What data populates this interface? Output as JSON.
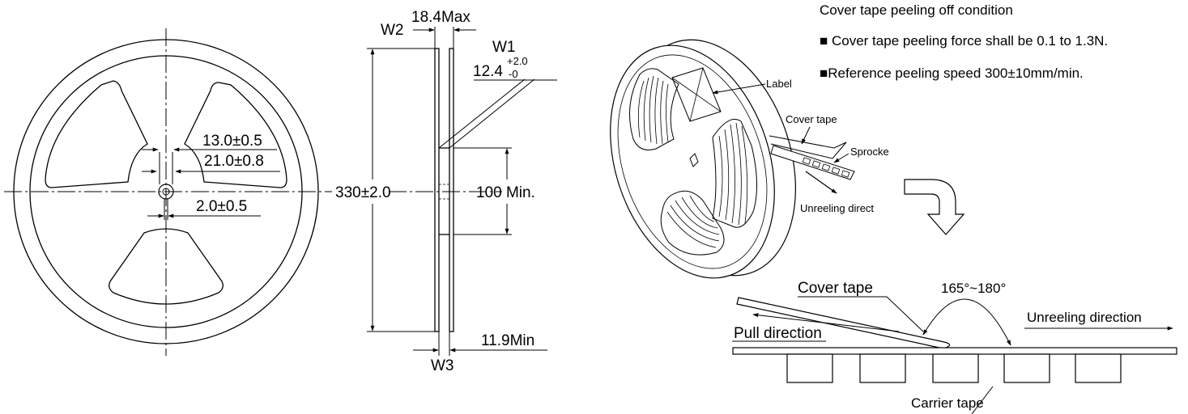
{
  "front_view": {
    "hub_width": "13.0±0.5",
    "arbor_diameter": "21.0±0.8",
    "key_width": "2.0±0.5"
  },
  "side_view": {
    "w2_label": "W2",
    "w2_value": "18.4Max",
    "w1_label": "W1",
    "w1_value": "12.4",
    "w1_tol_plus": "+2.0",
    "w1_tol_minus": "-0",
    "reel_diameter": "330±2.0",
    "hub_diameter": "100 Min.",
    "w3_value": "11.9Min",
    "w3_label": "W3"
  },
  "peeling": {
    "heading": "Cover tape peeling off condition",
    "notes": [
      "■ Cover tape peeling force shall be 0.1 to 1.3N.",
      "■Reference peeling speed 300±10mm/min."
    ]
  },
  "reel_3d": {
    "label": "Label",
    "cover_tape": "Cover tape",
    "sprocket": "Sprocke",
    "unreeling": "Unreeling direct"
  },
  "tape_section": {
    "cover_tape": "Cover tape",
    "angle": "165°~180°",
    "unreeling": "Unreeling direction",
    "pull": "Pull direction",
    "carrier": "Carrier tape"
  }
}
